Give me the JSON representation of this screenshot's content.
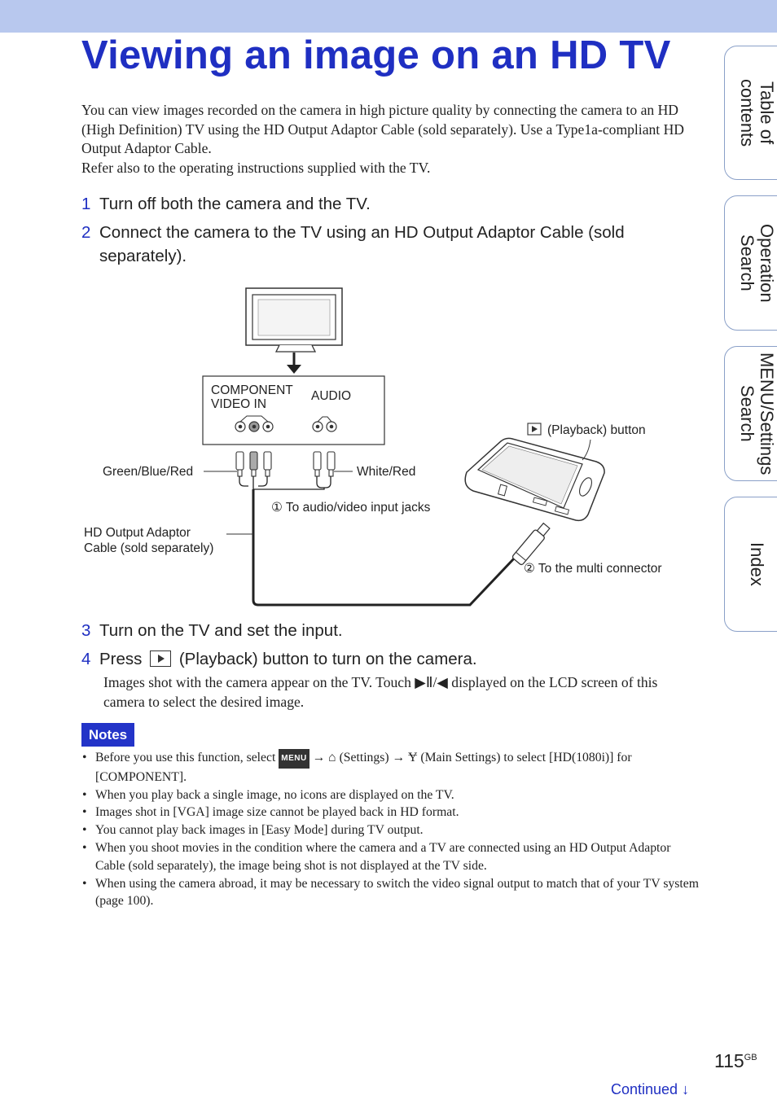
{
  "page": {
    "title": "Viewing an image on an HD TV",
    "intro_1": "You can view images recorded on the camera in high picture quality by connecting the camera to an HD (High Definition) TV using the HD Output Adaptor Cable (sold separately). Use a Type1a-compliant HD Output Adaptor Cable.",
    "intro_2": "Refer also to the operating instructions supplied with the TV.",
    "page_number": "115",
    "page_suffix": "GB",
    "continued": "Continued ↓"
  },
  "steps": [
    {
      "num": "1",
      "text": "Turn off both the camera and the TV."
    },
    {
      "num": "2",
      "text": "Connect the camera to the TV using an HD Output Adaptor Cable (sold separately)."
    },
    {
      "num": "3",
      "text": "Turn on the TV and set the input."
    },
    {
      "num": "4",
      "text_before": "Press",
      "text_after": "(Playback) button to turn on the camera."
    }
  ],
  "step4_desc": "Images shot with the camera appear on the TV. Touch ▶Ⅱ/◀ displayed on the LCD screen of this camera to select the desired image.",
  "diagram": {
    "component_label_1": "COMPONENT",
    "component_label_2": "VIDEO IN",
    "audio_label": "AUDIO",
    "green_blue_red": "Green/Blue/Red",
    "white_red": "White/Red",
    "playback_button": "(Playback) button",
    "to_av_jacks": "① To audio/video input jacks",
    "cable_label_1": "HD Output Adaptor",
    "cable_label_2": "Cable (sold separately)",
    "to_multi": "② To the multi connector"
  },
  "notes": {
    "badge": "Notes",
    "note1_a": "Before you use this function, select",
    "note1_menu": "MENU",
    "note1_b": "→",
    "note1_c": "(Settings) →",
    "note1_d": "(Main Settings) to select [HD(1080i)] for [COMPONENT].",
    "items": [
      "When you play back a single image, no icons are displayed on the TV.",
      "Images shot in [VGA] image size cannot be played back in HD format.",
      "You cannot play back images in [Easy Mode] during TV output.",
      "When you shoot movies in the condition where the camera and a TV are connected using an HD Output Adaptor Cable (sold separately), the image being shot is not displayed at the TV side.",
      "When using the camera abroad, it may be necessary to switch the video signal output to match that of your TV system (page 100)."
    ]
  },
  "side_tabs": [
    {
      "label": "Table of\ncontents"
    },
    {
      "label": "Operation\nSearch"
    },
    {
      "label": "MENU/Settings\nSearch"
    },
    {
      "label": "Index"
    }
  ]
}
